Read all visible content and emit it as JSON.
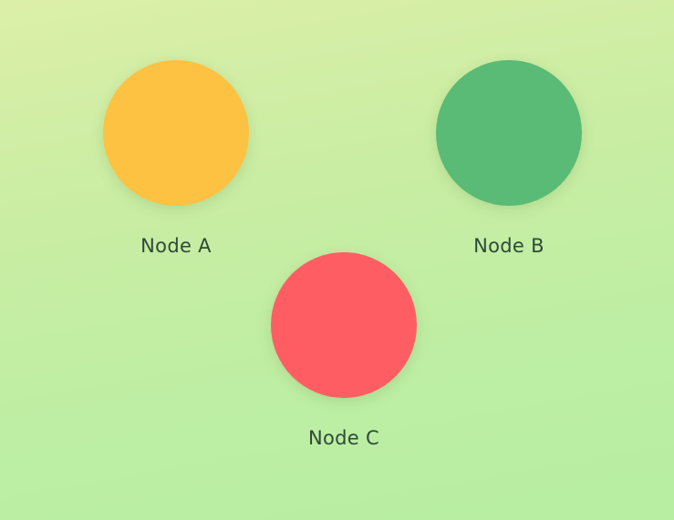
{
  "nodes": [
    {
      "label": "Node A",
      "color": "#fdc241"
    },
    {
      "label": "Node B",
      "color": "#59bb75"
    },
    {
      "label": "Node C",
      "color": "#fe5e63"
    }
  ],
  "colors": {
    "label_text": "#2f4a3a",
    "background_top": "#dcefa8",
    "background_bottom": "#b7eea2"
  }
}
